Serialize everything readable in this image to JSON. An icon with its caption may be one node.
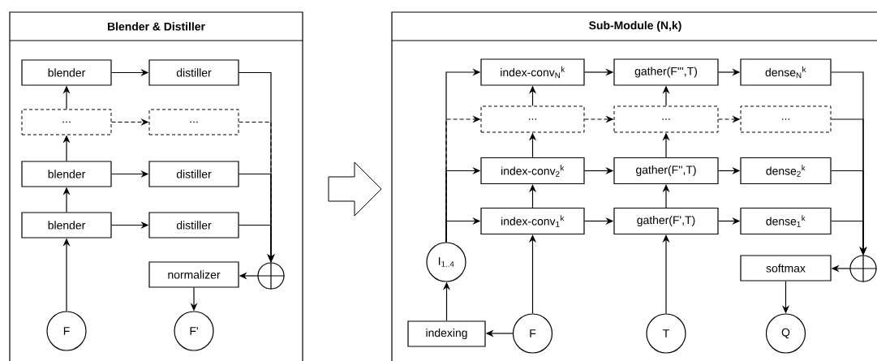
{
  "diagram": {
    "nodes": [
      {
        "text": [
          "Blender & Distiller"
        ]
      },
      {
        "text": [
          "blender"
        ],
        "in": 0
      },
      {
        "text": [
          "distiller"
        ],
        "in": 0
      },
      {
        "text": [
          "..."
        ],
        "in": 0
      },
      {
        "text": [
          "..."
        ],
        "in": 0
      },
      {
        "text": [
          "blender"
        ],
        "in": 0
      },
      {
        "text": [
          "distiller"
        ],
        "in": 0
      },
      {
        "text": [
          "blender"
        ],
        "in": 0
      },
      {
        "text": [
          "distiller"
        ],
        "in": 0
      },
      {
        "text": [],
        "shape": "circle",
        "in": 0
      },
      {
        "text": [
          "normalizer"
        ],
        "in": 0
      },
      {
        "text": [
          "F"
        ],
        "in": 0
      },
      {
        "text": [
          "F'"
        ],
        "in": 0
      },
      {
        "text": [
          "Sub-Module (N,k)"
        ]
      },
      {
        "text": [
          "index-conv$_{N}$$^{k}$"
        ],
        "in": 13
      },
      {
        "text": [
          "gather(F''',T)"
        ],
        "in": 13
      },
      {
        "text": [
          "dense$_{N}$$^{k}$"
        ],
        "in": 13
      },
      {
        "text": [
          "..."
        ],
        "in": 13
      },
      {
        "text": [
          "..."
        ],
        "in": 13
      },
      {
        "text": [
          "..."
        ],
        "in": 13
      },
      {
        "text": [
          "index-conv$_{2}$$^{k}$"
        ],
        "in": 13
      },
      {
        "text": [
          "gather(F'',T)"
        ],
        "in": 13
      },
      {
        "text": [
          "dense$_{2}$$^{k}$"
        ],
        "in": 13
      },
      {
        "text": [
          "index-conv$_{1}$$^{k}$"
        ],
        "in": 13
      },
      {
        "text": [
          "gather(F',T)"
        ],
        "in": 13
      },
      {
        "text": [
          "dense$_{1}$$^{k}$"
        ],
        "in": 13
      },
      {
        "text": [
          "I$_{1..4}$"
        ],
        "in": 13
      },
      {
        "text": [],
        "shape": "circle",
        "in": 13
      },
      {
        "text": [
          "softmax"
        ],
        "in": 13
      },
      {
        "text": [
          "indexing"
        ],
        "in": 13
      },
      {
        "text": [
          "F"
        ],
        "in": 13
      },
      {
        "text": [
          "T"
        ],
        "in": 13
      },
      {
        "text": [
          "Q"
        ],
        "in": 13
      }
    ],
    "edges": [
      {
        "from": 1,
        "to": 2,
        "arrow": "to"
      },
      {
        "from": 3,
        "to": 4,
        "arrow": "to",
        "style": "dashed"
      },
      {
        "from": 5,
        "to": 6,
        "arrow": "to"
      },
      {
        "from": 7,
        "to": 8,
        "arrow": "to"
      },
      {
        "from": 7,
        "to": 5,
        "arrow": "to"
      },
      {
        "from": 5,
        "to": 3,
        "arrow": "to"
      },
      {
        "from": 3,
        "to": 1,
        "arrow": "to"
      },
      {
        "from": 11,
        "to": 7,
        "arrow": "to"
      },
      {
        "from": 4,
        "to": 9,
        "arrow": "to",
        "style": "dashed"
      },
      {
        "from": 2,
        "to": 9,
        "arrow": "to"
      },
      {
        "from": 6,
        "to": 9,
        "arrow": "to"
      },
      {
        "from": 8,
        "to": 9,
        "arrow": "to"
      },
      {
        "from": 9,
        "to": 10,
        "arrow": "to"
      },
      {
        "from": 10,
        "to": 12,
        "arrow": "to"
      },
      {
        "from": 0,
        "to": 13,
        "arrow": "to"
      },
      {
        "from": 30,
        "to": 29,
        "arrow": "to"
      },
      {
        "from": 29,
        "to": 26,
        "arrow": "to"
      },
      {
        "from": 26,
        "to": 17,
        "arrow": "to",
        "style": "dashed"
      },
      {
        "from": 26,
        "to": 14,
        "arrow": "to"
      },
      {
        "from": 26,
        "to": 20,
        "arrow": "to"
      },
      {
        "from": 26,
        "to": 23,
        "arrow": "to"
      },
      {
        "from": 30,
        "to": 23,
        "arrow": "to"
      },
      {
        "from": 23,
        "to": 20,
        "arrow": "to"
      },
      {
        "from": 20,
        "to": 17,
        "arrow": "to"
      },
      {
        "from": 17,
        "to": 14,
        "arrow": "to"
      },
      {
        "from": 14,
        "to": 15,
        "arrow": "to"
      },
      {
        "from": 17,
        "to": 18,
        "arrow": "to",
        "style": "dashed"
      },
      {
        "from": 18,
        "to": 19,
        "arrow": "to",
        "style": "dashed"
      },
      {
        "from": 20,
        "to": 21,
        "arrow": "to"
      },
      {
        "from": 23,
        "to": 24,
        "arrow": "to"
      },
      {
        "from": 31,
        "to": 24,
        "arrow": "to"
      },
      {
        "from": 24,
        "to": 21,
        "arrow": "to"
      },
      {
        "from": 21,
        "to": 18,
        "arrow": "to"
      },
      {
        "from": 18,
        "to": 15,
        "arrow": "to"
      },
      {
        "from": 15,
        "to": 16,
        "arrow": "to"
      },
      {
        "from": 21,
        "to": 22,
        "arrow": "to"
      },
      {
        "from": 24,
        "to": 25,
        "arrow": "to"
      },
      {
        "from": 16,
        "to": 27,
        "arrow": "to"
      },
      {
        "from": 19,
        "to": 27,
        "arrow": "to"
      },
      {
        "from": 22,
        "to": 27,
        "arrow": "to"
      },
      {
        "from": 25,
        "to": 27,
        "arrow": "to"
      },
      {
        "from": 27,
        "to": 28,
        "arrow": "to"
      },
      {
        "from": 28,
        "to": 32,
        "arrow": "to"
      }
    ]
  }
}
